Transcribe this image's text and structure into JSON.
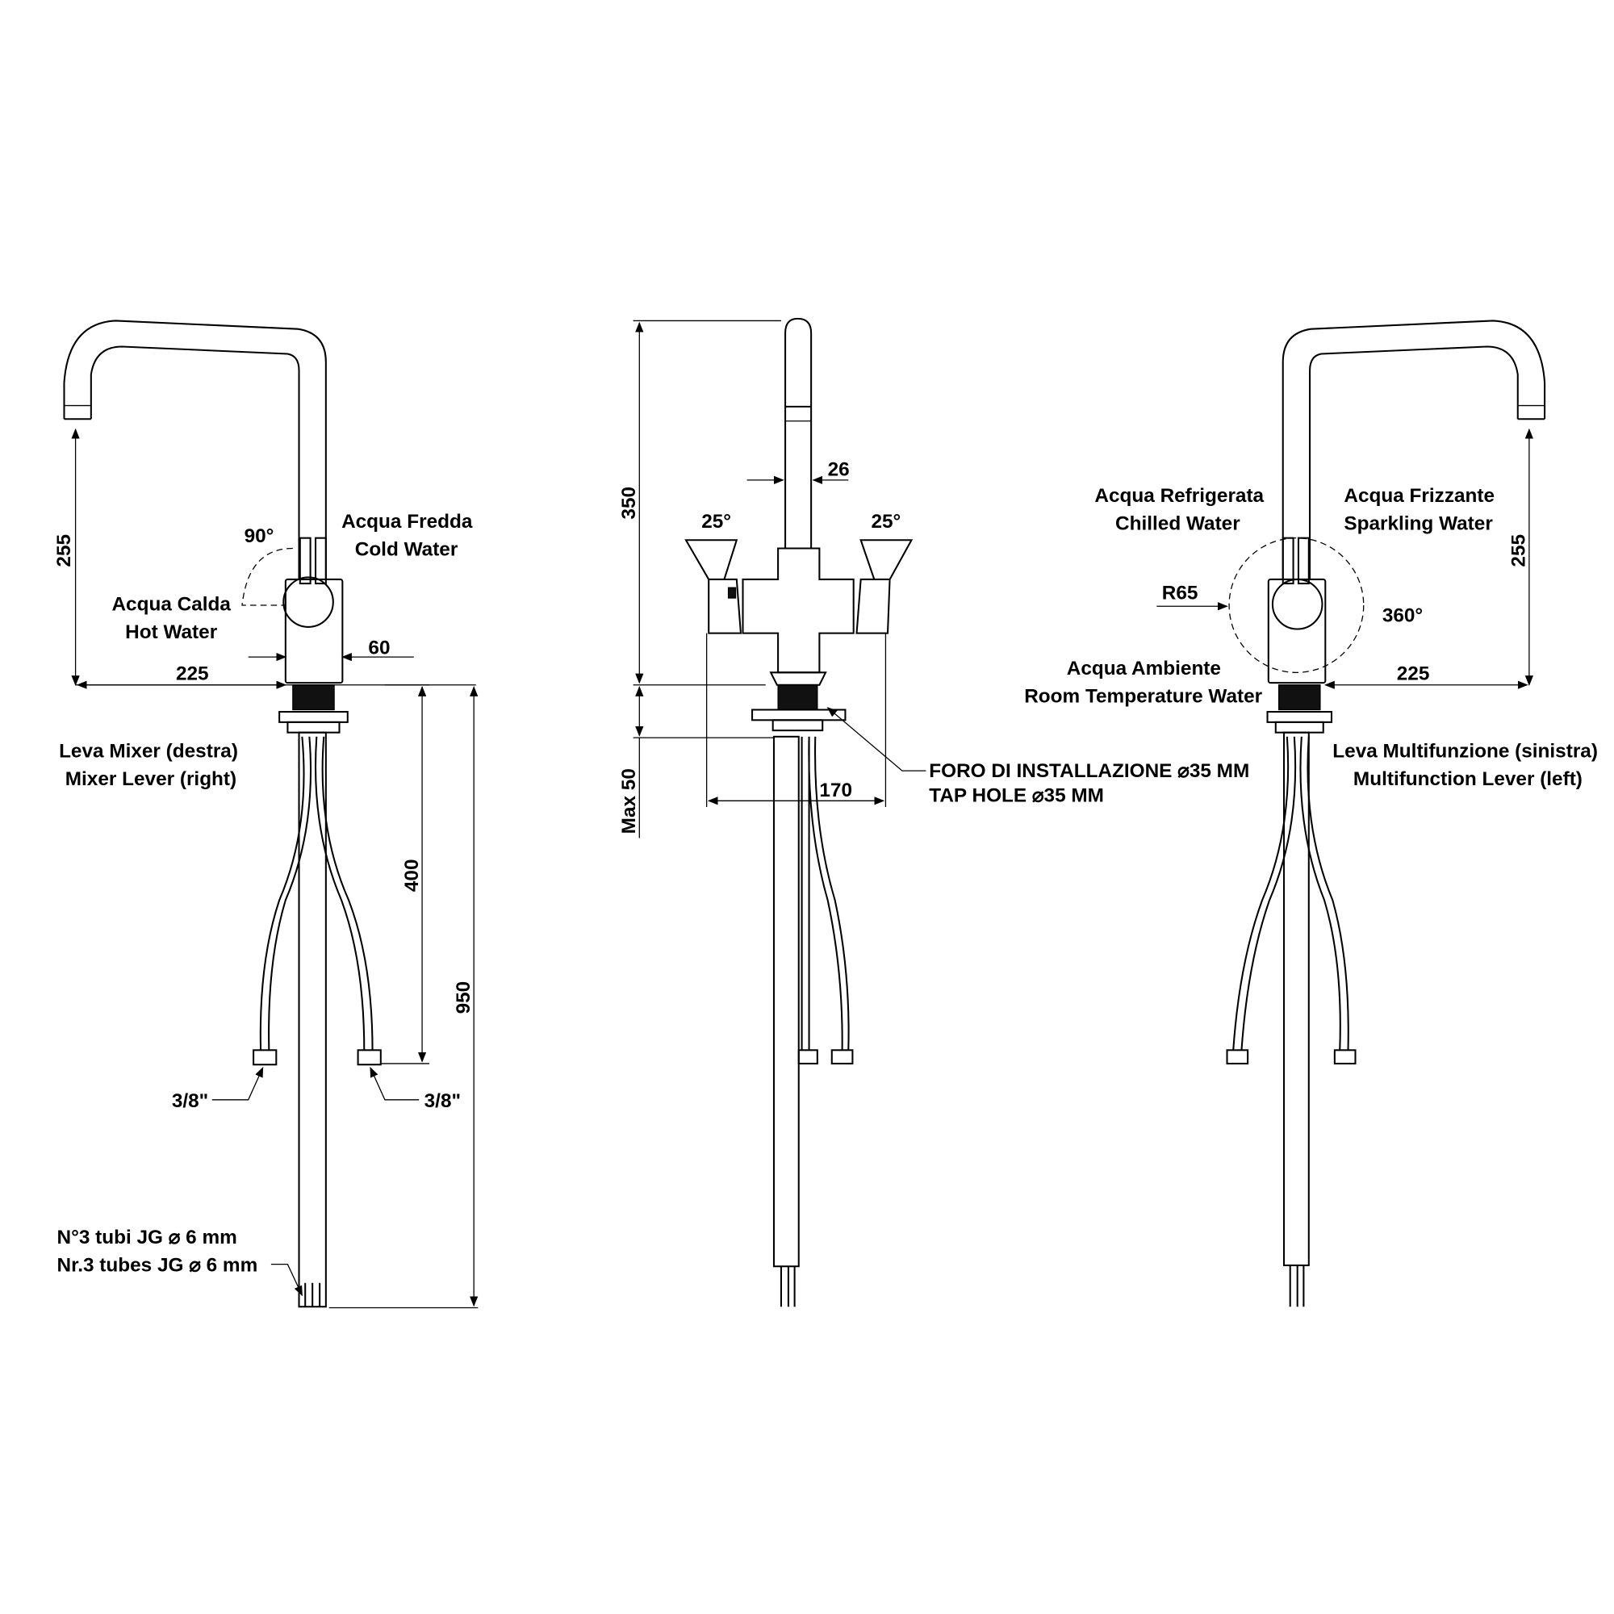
{
  "left_view": {
    "dim_height": "255",
    "dim_reach": "225",
    "dim_diameter": "60",
    "angle": "90°",
    "cold_it": "Acqua Fredda",
    "cold_en": "Cold Water",
    "hot_it": "Acqua Calda",
    "hot_en": "Hot Water",
    "lever_it": "Leva Mixer (destra)",
    "lever_en": "Mixer Lever (right)",
    "dim_hose": "400",
    "dim_total": "950",
    "fitting_left": "3/8\"",
    "fitting_right": "3/8\"",
    "tubes_it": "N°3 tubi JG  ⌀ 6 mm",
    "tubes_en": "Nr.3 tubes JG ⌀ 6 mm"
  },
  "center_view": {
    "dim_height": "350",
    "dim_spout_diameter": "26",
    "angle_left": "25°",
    "angle_right": "25°",
    "dim_width": "170",
    "dim_max": "Max 50",
    "taphole_it": "FORO DI INSTALLAZIONE  ⌀35 MM",
    "taphole_en": "TAP HOLE  ⌀35 MM"
  },
  "right_view": {
    "chilled_it": "Acqua Refrigerata",
    "chilled_en": "Chilled Water",
    "sparkling_it": "Acqua Frizzante",
    "sparkling_en": "Sparkling Water",
    "radius": "R65",
    "rotation": "360°",
    "ambient_it": "Acqua Ambiente",
    "ambient_en": "Room Temperature Water",
    "dim_height": "255",
    "dim_reach": "225",
    "lever_it": "Leva Multifunzione (sinistra)",
    "lever_en": "Multifunction Lever (left)"
  }
}
